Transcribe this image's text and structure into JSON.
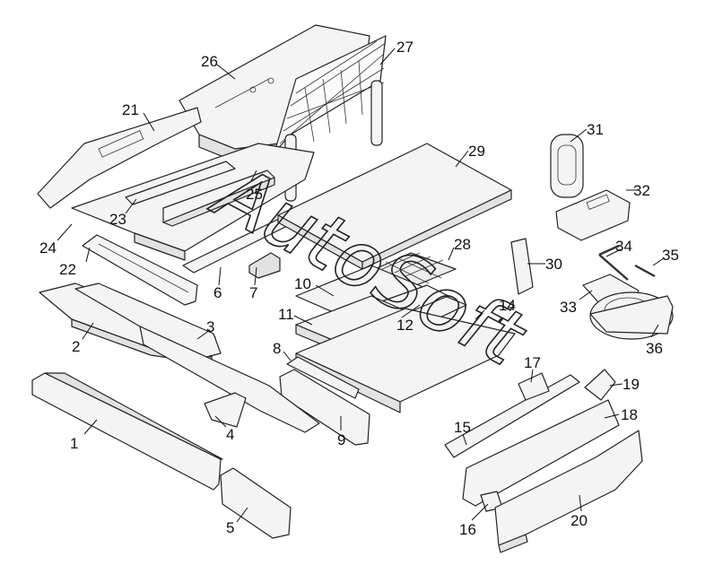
{
  "watermark": "AutoSoft",
  "callouts": [
    "1",
    "2",
    "3",
    "4",
    "5",
    "6",
    "7",
    "8",
    "9",
    "10",
    "11",
    "12",
    "14",
    "15",
    "16",
    "17",
    "18",
    "19",
    "20",
    "21",
    "22",
    "23",
    "24",
    "25",
    "26",
    "27",
    "28",
    "29",
    "30",
    "31",
    "32",
    "33",
    "34",
    "35",
    "36"
  ]
}
